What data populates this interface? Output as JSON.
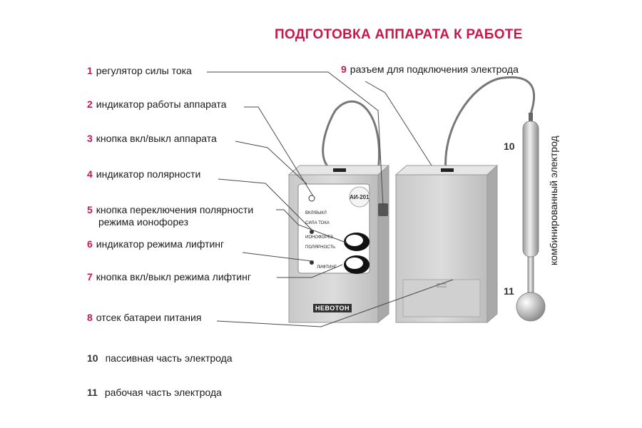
{
  "title": "ПОДГОТОВКА АППАРАТА К РАБОТЕ",
  "callouts": [
    {
      "num": "1",
      "text": "регулятор силы тока"
    },
    {
      "num": "2",
      "text": "индикатор работы аппарата"
    },
    {
      "num": "3",
      "text": "кнопка вкл/выкл аппарата"
    },
    {
      "num": "4",
      "text": "индикатор полярности"
    },
    {
      "num": "5",
      "text": "кнопка переключения полярности",
      "text2": "режима ионофорез"
    },
    {
      "num": "6",
      "text": "индикатор режима лифтинг"
    },
    {
      "num": "7",
      "text": "кнопка вкл/выкл режима лифтинг"
    },
    {
      "num": "8",
      "text": "отсек батареи питания"
    },
    {
      "num": "9",
      "text": "разъем для подключения электрода"
    },
    {
      "num": "10",
      "text": "пассивная часть электрода"
    },
    {
      "num": "11",
      "text": "рабочая часть электрода"
    }
  ],
  "electrode": {
    "label": "комбинированный электрод",
    "num_top": "10",
    "num_bottom": "11"
  },
  "device": {
    "panel_labels": [
      "ВКЛ/ВЫКЛ",
      "СИЛА ТОКА",
      "ИОНОФОРЕЗ",
      "ПОЛЯРНОСТЬ",
      "ЛИФТИНГ"
    ],
    "brand": "НЕВОТОН",
    "model": "АИ-201"
  },
  "colors": {
    "accent": "#c8174b",
    "device_body": "#d6d6d6",
    "line": "#4a4a4a"
  }
}
